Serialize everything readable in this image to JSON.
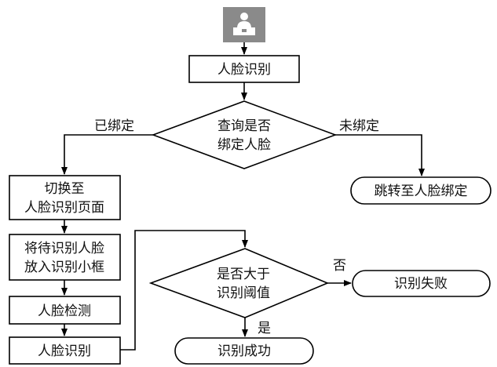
{
  "nodes": {
    "face_recognition_top": "人脸识别",
    "query_bound": [
      "查询是否",
      "绑定人脸"
    ],
    "switch_page": [
      "切换至",
      "人脸识别页面"
    ],
    "jump_bind": "跳转至人脸绑定",
    "put_face": [
      "将待识别人脸",
      "放入识别小框"
    ],
    "face_detect": "人脸检测",
    "face_recognition_bottom": "人脸识别",
    "threshold": [
      "是否大于",
      "识别阈值"
    ],
    "fail": "识别失败",
    "success": "识别成功"
  },
  "edges": {
    "bound": "已绑定",
    "not_bound": "未绑定",
    "no": "否",
    "yes": "是"
  },
  "colors": {
    "stroke": "#000000",
    "icon_bg": "#8a8a8a",
    "icon_fg": "#ffffff"
  },
  "icon": "person-at-computer-icon"
}
